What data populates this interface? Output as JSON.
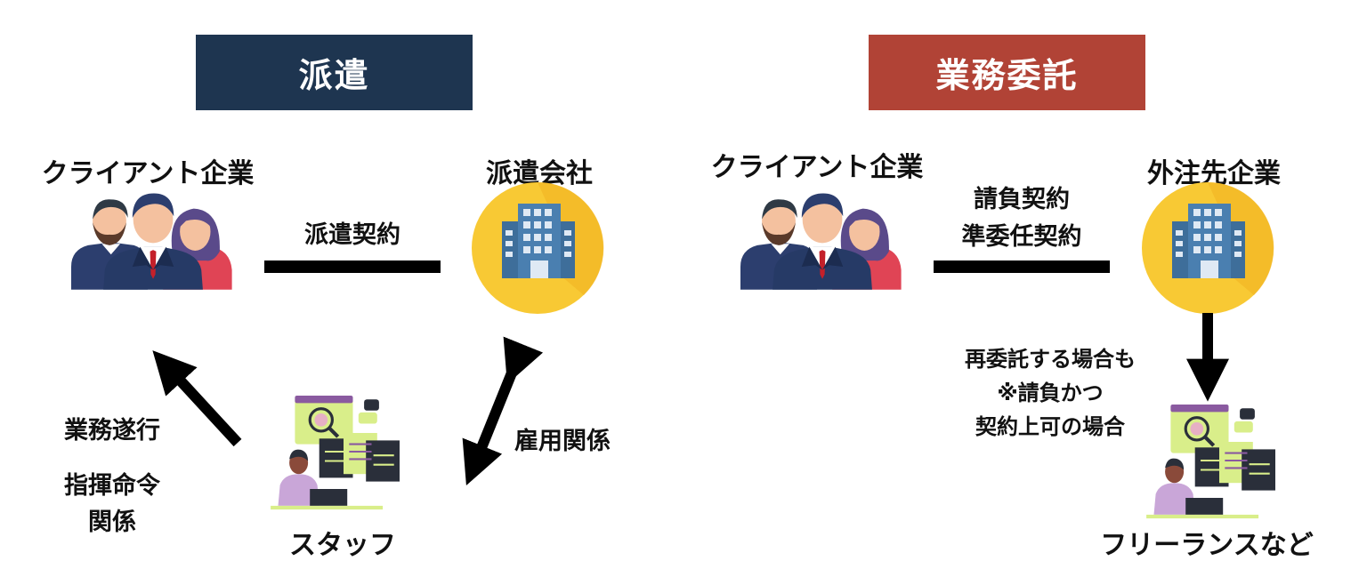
{
  "colors": {
    "haken": "#1e3550",
    "itaku": "#b14336",
    "building_circle": "#f8c934",
    "person_suit": "#2c3e6e",
    "skin": "#f4c19f",
    "arrow": "#000000"
  },
  "icons": {
    "people": "business-people-group-icon",
    "building": "office-building-icon",
    "staff": "freelancer-at-laptop-icon"
  },
  "left": {
    "title": "派遣",
    "client_label": "クライアント企業",
    "agency_label": "派遣会社",
    "contract_label": "派遣契約",
    "employment_label": "雇用関係",
    "direction_lines": [
      "業務遂行",
      "指揮命令",
      "関係"
    ],
    "staff_label": "スタッフ"
  },
  "right": {
    "title": "業務委託",
    "client_label": "クライアント企業",
    "contractor_label": "外注先企業",
    "contract_lines": [
      "請負契約",
      "準委任契約"
    ],
    "subcontract_lines": [
      "再委託する場合も",
      "※請負かつ",
      "契約上可の場合"
    ],
    "freelancer_label": "フリーランスなど"
  }
}
